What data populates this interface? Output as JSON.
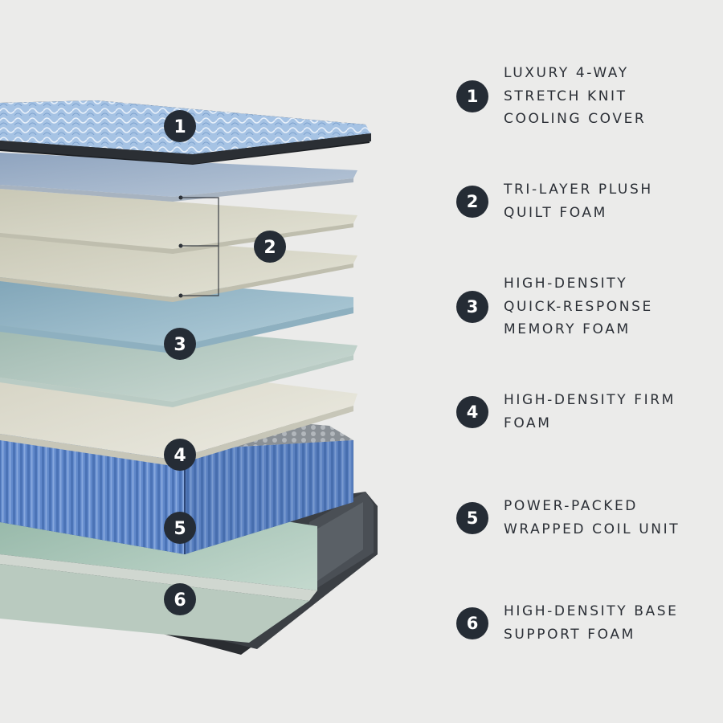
{
  "diagram": {
    "layers": [
      {
        "number": "1",
        "label": "LUXURY 4-WAY\nSTRETCH KNIT\nCOOLING COVER"
      },
      {
        "number": "2",
        "label": "TRI-LAYER PLUSH\nQUILT FOAM"
      },
      {
        "number": "3",
        "label": "HIGH-DENSITY\nQUICK-RESPONSE\nMEMORY FOAM"
      },
      {
        "number": "4",
        "label": "HIGH-DENSITY FIRM\nFOAM"
      },
      {
        "number": "5",
        "label": "POWER-PACKED\nWRAPPED COIL UNIT"
      },
      {
        "number": "6",
        "label": "HIGH-DENSITY BASE\nSUPPORT FOAM"
      }
    ]
  },
  "colors": {
    "background": "#ebebea",
    "badge": "#252c35",
    "text": "#2b2f36",
    "cover": "#9fbde0",
    "quilt": "#d9d7c9",
    "memory_foam": "#9cbccb",
    "firm_foam": "#dcdccf",
    "coil": "#4d75b8",
    "base_foam": "#a8c6b8"
  }
}
